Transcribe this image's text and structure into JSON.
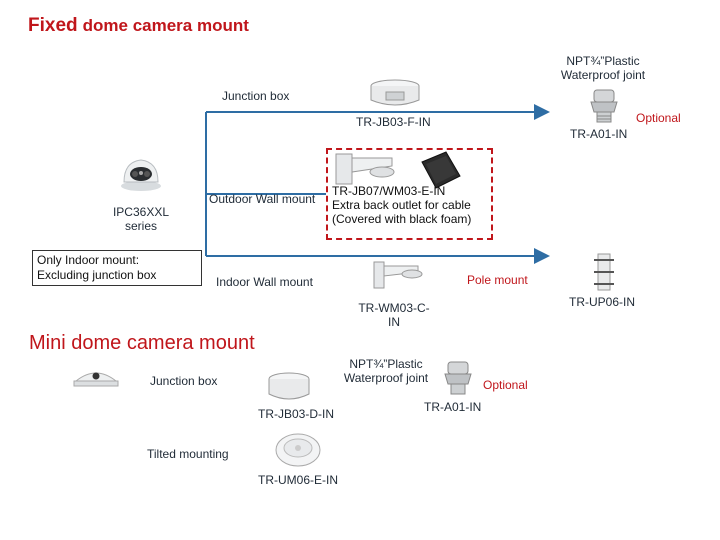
{
  "fixed_title_bold": "Fixed",
  "fixed_title_rest": "dome camera mount",
  "mini_title": "Mini dome camera mount",
  "camera": {
    "model_line1": "IPC36XXL",
    "model_line2": "series"
  },
  "note": {
    "line1": "Only Indoor mount:",
    "line2": "Excluding junction box"
  },
  "fixed": {
    "junction_box": "Junction box",
    "jb03f": "TR-JB03-F-IN",
    "npt_line1": "NPT¾”Plastic",
    "npt_line2": "Waterproof joint",
    "optional": "Optional",
    "a01": "TR-A01-IN",
    "outdoor_wall": "Outdoor Wall mount",
    "jb07_line1": "TR-JB07/WM03-E-IN",
    "jb07_line2": "Extra back outlet for cable",
    "jb07_line3": "(Covered with black foam)",
    "indoor_wall": "Indoor Wall mount",
    "pole_mount": "Pole mount",
    "wm03c_line1": "TR-WM03-C-",
    "wm03c_line2": "IN",
    "up06": "TR-UP06-IN"
  },
  "mini": {
    "junction_box": "Junction box",
    "npt_line1": "NPT¾”Plastic",
    "npt_line2": "Waterproof joint",
    "optional": "Optional",
    "jb03d": "TR-JB03-D-IN",
    "a01": "TR-A01-IN",
    "tilted": "Tilted mounting",
    "um06e": "TR-UM06-E-IN"
  },
  "colors": {
    "line": "#2e6da4",
    "label_red": "#c0161b",
    "label_dark": "#1f2a36"
  }
}
